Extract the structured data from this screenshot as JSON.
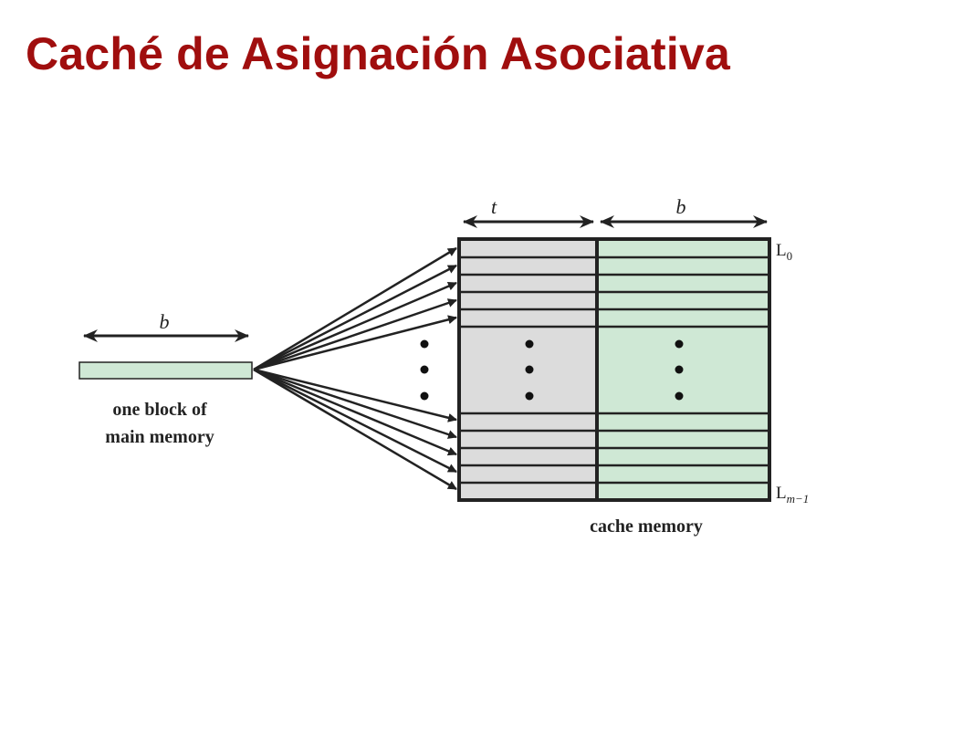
{
  "title": "Caché de Asignación Asociativa",
  "diagram": {
    "block_width_label": "b",
    "main_block_caption": [
      "one block of",
      "main memory"
    ],
    "tag_width_label": "t",
    "data_width_label": "b",
    "first_line_label": {
      "main": "L",
      "sub": "0"
    },
    "last_line_label": {
      "main": "L",
      "sub": "m−1"
    },
    "cache_caption": "cache memory",
    "colors": {
      "title": "#a00e0e",
      "tag_fill": "#dcdcdc",
      "data_fill": "#cfe8d5",
      "line": "#222222"
    }
  }
}
